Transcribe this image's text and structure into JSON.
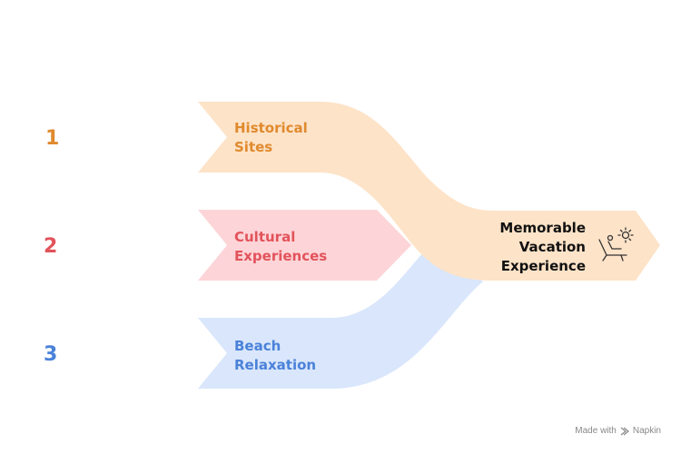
{
  "items": [
    {
      "number": "1",
      "line1": "Historical",
      "line2": "Sites",
      "color": "#e08a2e",
      "fill": "#fde3c8"
    },
    {
      "number": "2",
      "line1": "Cultural",
      "line2": "Experiences",
      "color": "#e2535b",
      "fill": "#fdd5d8"
    },
    {
      "number": "3",
      "line1": "Beach",
      "line2": "Relaxation",
      "color": "#4a82d9",
      "fill": "#d9e6fb"
    }
  ],
  "outcome": {
    "line1": "Memorable",
    "line2": "Vacation",
    "line3": "Experience",
    "icon": "sunbather-icon"
  },
  "footer": {
    "made_with": "Made with",
    "brand": "Napkin"
  }
}
